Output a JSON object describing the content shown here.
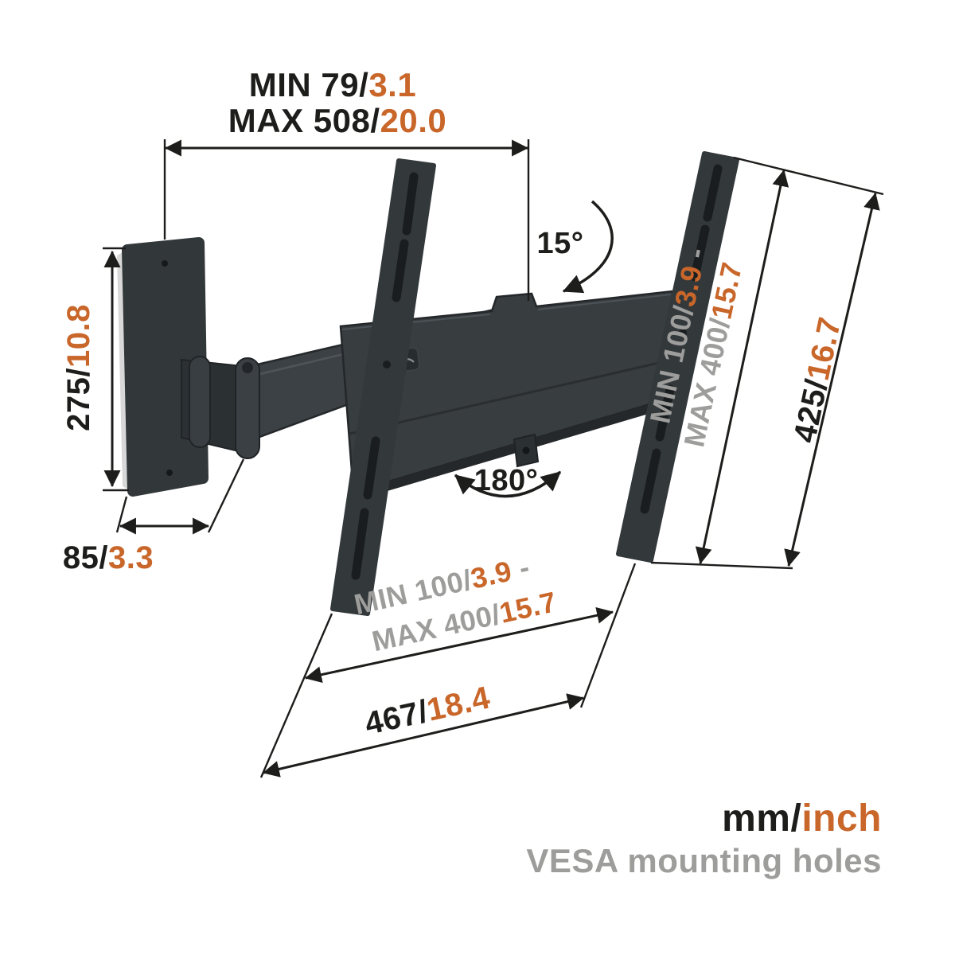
{
  "colors": {
    "ink": "#1d1d1b",
    "accent_orange": "#c9662a",
    "gray_text": "#9d9d9c",
    "mount_dark": "#32373a"
  },
  "labels": {
    "top_min_mm": "MIN 79/",
    "top_min_inch": "3.1",
    "top_max_mm": "MAX 508/",
    "top_max_inch": "20.0",
    "height_mm": "275/",
    "height_inch": "10.8",
    "depth_mm": "85/",
    "depth_inch": "3.3",
    "tilt": "15°",
    "swivel": "180°",
    "vesa_v_line1_mm": "MIN 100/",
    "vesa_v_line1_inch": "3.9",
    "vesa_v_line1_dash": " -",
    "vesa_v_line2_mm": "MAX 400/",
    "vesa_v_line2_inch": "15.7",
    "diag_mm": "425/",
    "diag_inch": "16.7",
    "vesa_h_line1_mm": "MIN 100/",
    "vesa_h_line1_inch": "3.9",
    "vesa_h_line1_dash": " -",
    "vesa_h_line2_mm": "MAX 400/",
    "vesa_h_line2_inch": "15.7",
    "width_mm": "467/",
    "width_inch": "18.4",
    "legend_mm": "mm/",
    "legend_inch": "inch",
    "legend_vesa": "VESA mounting holes"
  }
}
